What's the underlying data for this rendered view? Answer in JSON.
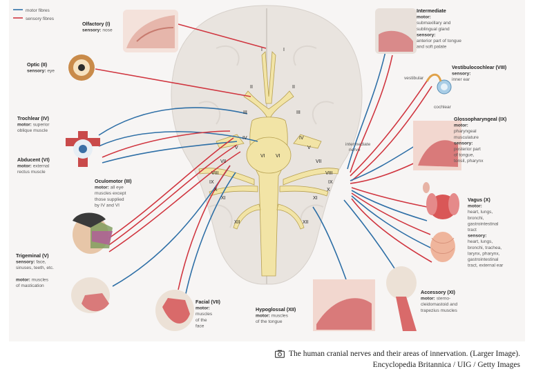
{
  "legend": {
    "motor": "motor fibres",
    "sensory": "sensory fibres",
    "colors": {
      "motor": "#2e6fa6",
      "sensory": "#d0353f"
    }
  },
  "nerves": {
    "olfactory": {
      "title": "Olfactory (I)",
      "lines": [
        {
          "b": "sensory:",
          "t": "nose"
        }
      ]
    },
    "optic": {
      "title": "Optic (II)",
      "lines": [
        {
          "b": "sensory:",
          "t": "eye"
        }
      ]
    },
    "trochlear": {
      "title": "Trochlear (IV)",
      "lines": [
        {
          "b": "motor:",
          "t": "superior"
        },
        {
          "t": "oblique muscle"
        }
      ]
    },
    "abducent": {
      "title": "Abducent (VI)",
      "lines": [
        {
          "b": "motor:",
          "t": "external"
        },
        {
          "t": "rectus muscle"
        }
      ]
    },
    "oculomotor": {
      "title": "Oculomotor (III)",
      "lines": [
        {
          "b": "motor:",
          "t": "all eye"
        },
        {
          "t": "muscles except"
        },
        {
          "t": "those supplied"
        },
        {
          "t": "by IV and VI"
        }
      ]
    },
    "trigeminal": {
      "title": "Trigeminal (V)",
      "lines": [
        {
          "b": "sensory:",
          "t": "face,"
        },
        {
          "t": "sinuses, teeth, etc."
        },
        {
          "t": ""
        },
        {
          "b": "motor:",
          "t": "muscles"
        },
        {
          "t": "of mastication"
        }
      ]
    },
    "facial": {
      "title": "Facial (VII)",
      "lines": [
        {
          "b": "motor:"
        },
        {
          "t": "muscles"
        },
        {
          "t": "of the"
        },
        {
          "t": "face"
        }
      ]
    },
    "hypoglossal": {
      "title": "Hypoglossal (XII)",
      "lines": [
        {
          "b": "motor:",
          "t": "muscles"
        },
        {
          "t": "of the tongue"
        }
      ]
    },
    "intermediate": {
      "title": "Intermediate",
      "lines": [
        {
          "b": "motor:"
        },
        {
          "t": "submaxillary and"
        },
        {
          "t": "sublingual gland"
        },
        {
          "b": "sensory:"
        },
        {
          "t": "anterior part of tongue"
        },
        {
          "t": "and soft palate"
        }
      ]
    },
    "vestibulocochlear": {
      "title": "Vestibulocochlear (VIII)",
      "lines": [
        {
          "b": "sensory:"
        },
        {
          "t": "inner ear"
        }
      ]
    },
    "glossopharyngeal": {
      "title": "Glossopharyngeal (IX)",
      "lines": [
        {
          "b": "motor:"
        },
        {
          "t": "pharyngeal"
        },
        {
          "t": "musculature"
        },
        {
          "b": "sensory:"
        },
        {
          "t": "posterior part"
        },
        {
          "t": "of tongue,"
        },
        {
          "t": "tonsil, pharynx"
        }
      ]
    },
    "vagus": {
      "title": "Vagus (X)",
      "lines": [
        {
          "b": "motor:"
        },
        {
          "t": "heart, lungs,"
        },
        {
          "t": "bronchi,"
        },
        {
          "t": "gastrointestinal"
        },
        {
          "t": "tract"
        },
        {
          "b": "sensory:"
        },
        {
          "t": "heart, lungs,"
        },
        {
          "t": "bronchi, trachea,"
        },
        {
          "t": "larynx, pharynx,"
        },
        {
          "t": "gastrointestinal"
        },
        {
          "t": "tract, external ear"
        }
      ]
    },
    "accessory": {
      "title": "Accessory (XI)",
      "lines": [
        {
          "b": "motor:",
          "t": "sterno-"
        },
        {
          "t": "cleidomastoid and"
        },
        {
          "t": "trapezius muscles"
        }
      ]
    }
  },
  "small_labels": {
    "vestibular": "vestibular",
    "cochlear": "cochlear",
    "intermediate_nerve": [
      "intermediate",
      "nerve"
    ]
  },
  "numerals": {
    "n1l": "I",
    "n1r": "I",
    "n2l": "II",
    "n2r": "II",
    "n3l": "III",
    "n3r": "III",
    "n4l": "IV",
    "n4r": "IV",
    "n5l": "V",
    "n5r": "V",
    "n6l": "VI",
    "n6r": "VI",
    "n7l": "VII",
    "n7r": "VII",
    "n8l": "VIII",
    "n8r": "VIII",
    "n9l": "IX",
    "n9r": "IX",
    "n10l": "X",
    "n10r": "X",
    "n11l": "XI",
    "n11r": "XI",
    "n12l": "XII",
    "n12r": "XII"
  },
  "caption": {
    "line1": "The human cranial nerves and their areas of innervation. (Larger Image).",
    "line2": "Encyclopedia Britannica / UIG / Getty Images"
  },
  "icons": [
    "camera-icon"
  ]
}
